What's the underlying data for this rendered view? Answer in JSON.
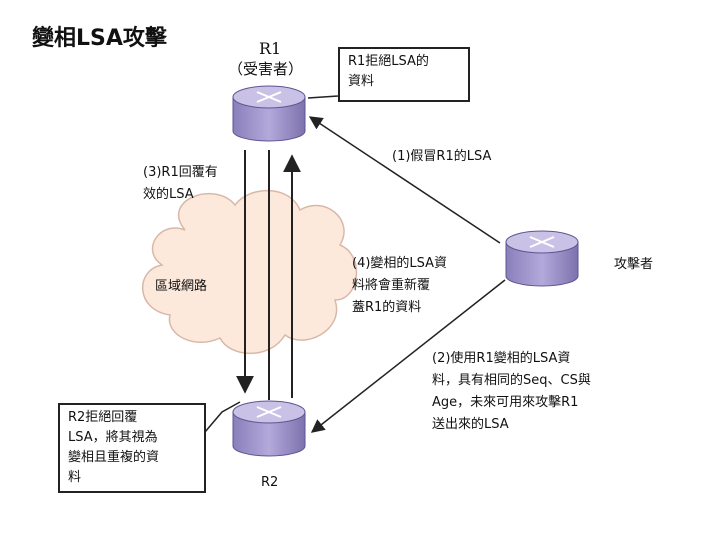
{
  "title": "變相LSA攻擊",
  "nodes": {
    "r1": {
      "name": "R1",
      "role": "（受害者）"
    },
    "attacker": {
      "name": "攻擊者"
    },
    "r2": {
      "name": "R2"
    },
    "cloud": {
      "label": "區域網路"
    }
  },
  "callouts": {
    "r1_reject": [
      "R1拒絕LSA的",
      "資料"
    ],
    "r2_reject": [
      "R2拒絕回覆",
      "LSA，將其視為",
      "變相且重複的資",
      "料"
    ]
  },
  "steps": {
    "step1": [
      "(1)假冒R1的LSA"
    ],
    "step2": [
      "(2)使用R1變相的LSA資",
      "料，具有相同的Seq、CS與",
      "Age，未來可用來攻擊R1",
      "送出來的LSA"
    ],
    "step3": [
      "(3)R1回覆有",
      "效的LSA"
    ],
    "step4": [
      "(4)變相的LSA資",
      "料將會重新覆",
      "蓋R1的資料"
    ]
  },
  "colors": {
    "router_body": "#9e93c8",
    "router_top": "#c9c2e6",
    "cloud_fill": "#fde9dc",
    "cloud_stroke": "#d9b8a8",
    "arrow": "#222222"
  }
}
